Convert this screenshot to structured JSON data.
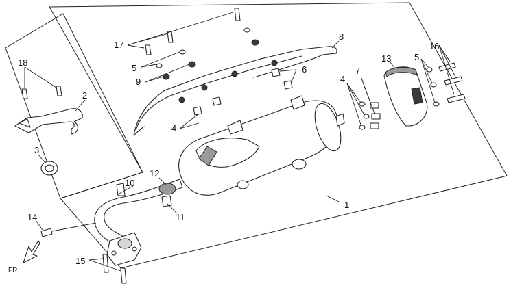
{
  "callouts": {
    "c1": "1",
    "c2": "2",
    "c3": "3",
    "c4a": "4",
    "c4b": "4",
    "c5a": "5",
    "c5b": "5",
    "c6": "6",
    "c7": "7",
    "c8": "8",
    "c9": "9",
    "c10": "10",
    "c11": "11",
    "c12": "12",
    "c13": "13",
    "c14": "14",
    "c15": "15",
    "c16": "16",
    "c17": "17",
    "c18": "18"
  },
  "direction_label": "FR.",
  "colors": {
    "line": "#222222",
    "shade": "#9a9a9a",
    "dark": "#3a3a3a",
    "paper": "#ffffff"
  }
}
